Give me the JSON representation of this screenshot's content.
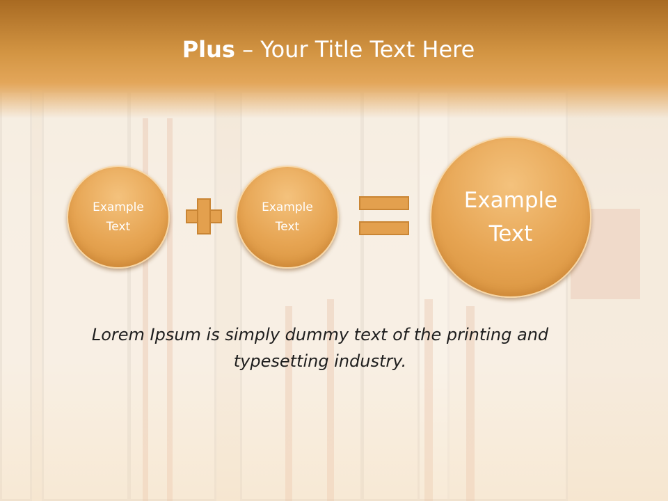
{
  "slide": {
    "title_bold": "Plus",
    "title_rest": " – Your Title Text Here",
    "circle_left": "Example\nText",
    "operator_plus": "plus-sign",
    "circle_middle": "Example\nText",
    "operator_equals": "equals-sign",
    "circle_result": "Example\nText",
    "body": "Lorem Ipsum is simply dummy text of the printing and typesetting industry."
  },
  "colors": {
    "header": "#d39543",
    "circle_fill": "#e6a452",
    "operator_fill": "#e3a04e",
    "title_text": "#ffffff",
    "body_text": "#1e1e1e"
  }
}
